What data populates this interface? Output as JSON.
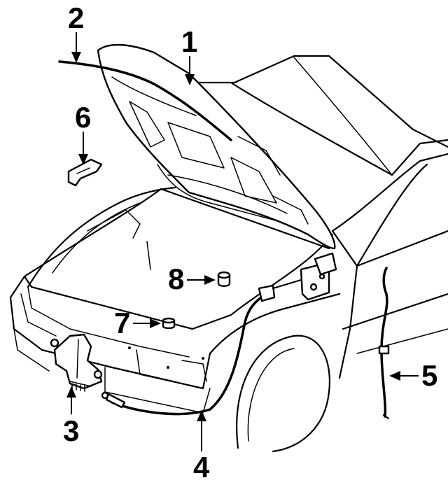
{
  "callouts": [
    {
      "id": "hood",
      "number": "1"
    },
    {
      "id": "weatherstrip",
      "number": "2"
    },
    {
      "id": "latch",
      "number": "3"
    },
    {
      "id": "release-cable",
      "number": "4"
    },
    {
      "id": "prop-rod",
      "number": "5"
    },
    {
      "id": "hinge",
      "number": "6"
    },
    {
      "id": "bumper-7",
      "number": "7"
    },
    {
      "id": "bumper-8",
      "number": "8"
    }
  ]
}
